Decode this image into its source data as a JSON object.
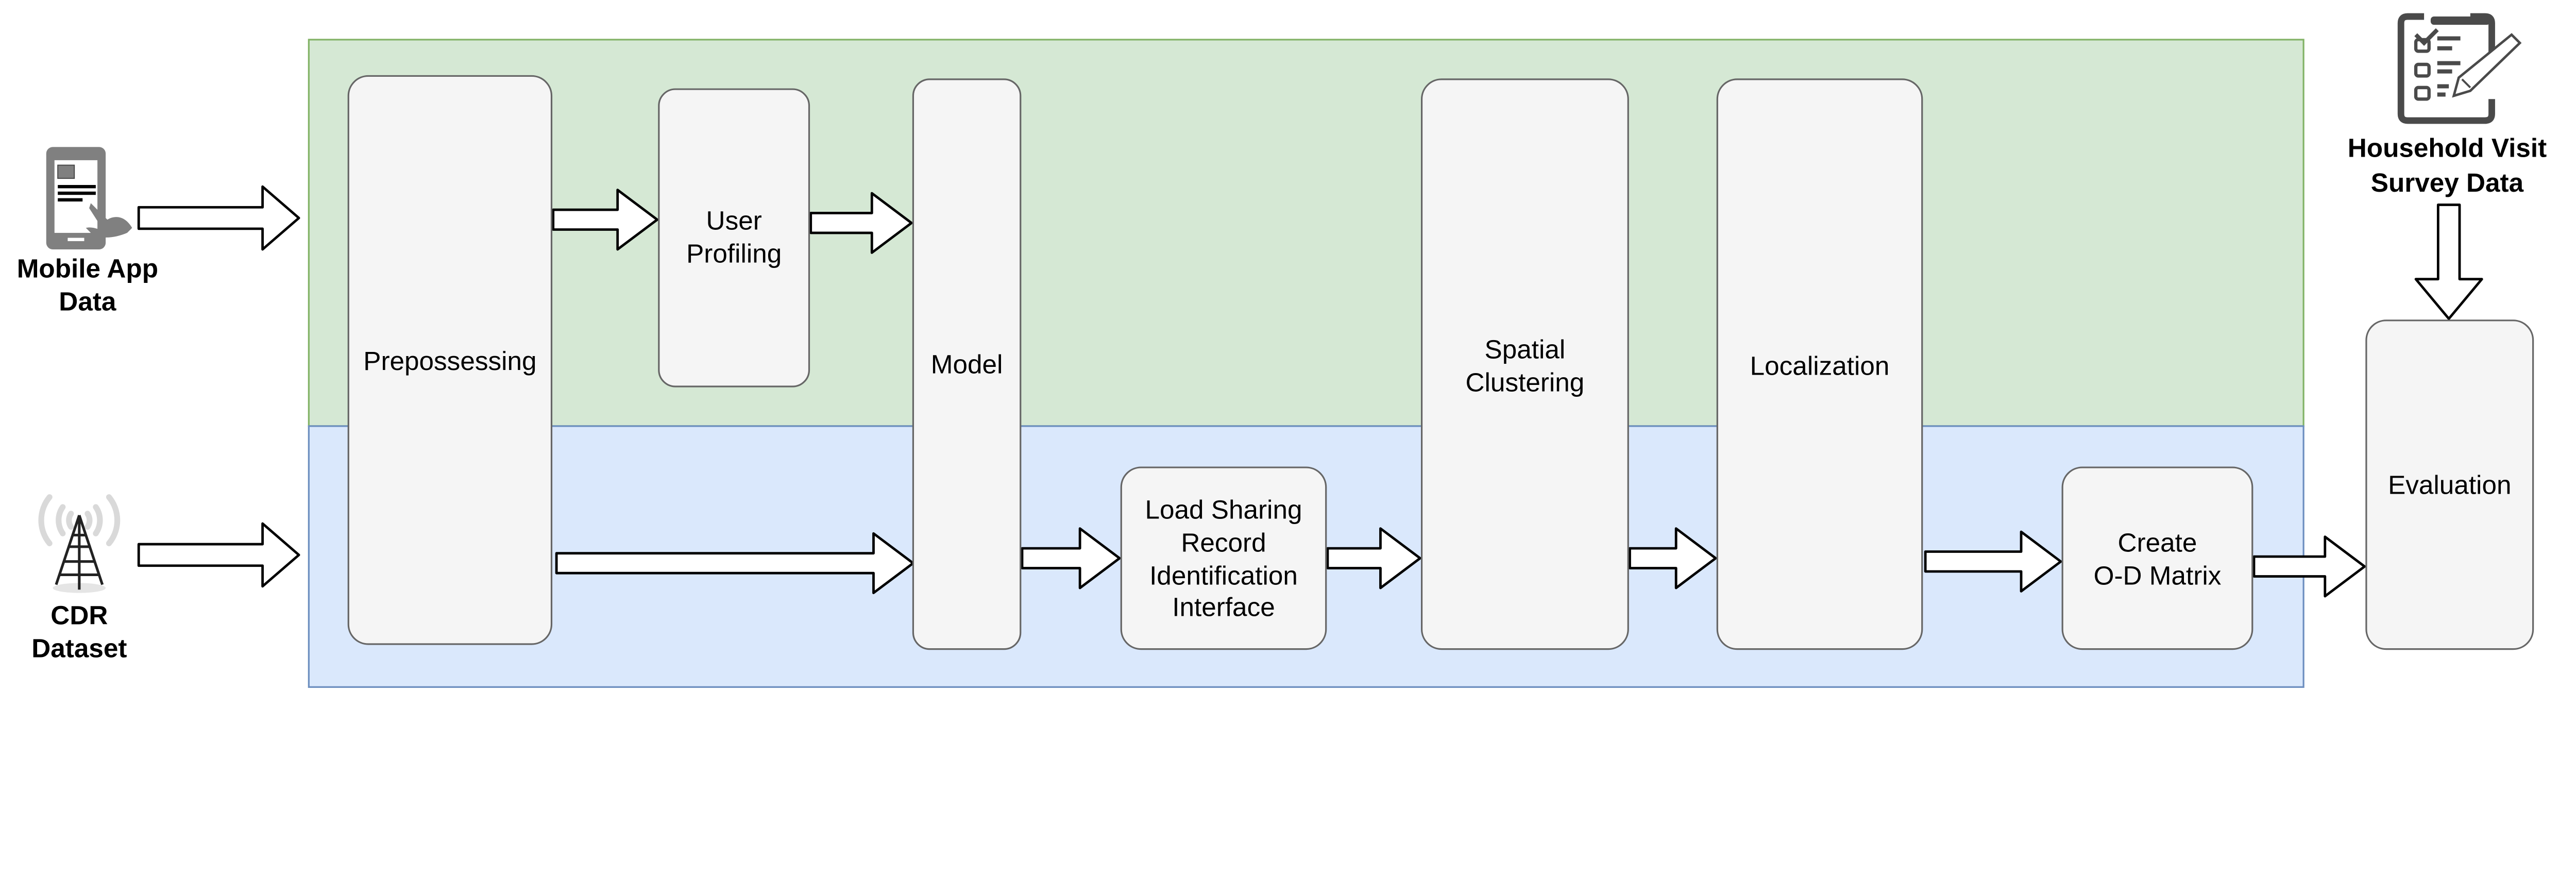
{
  "inputs": {
    "mobile": {
      "line1": "Mobile App",
      "line2": "Data",
      "icon": "mobile-phone-touch-icon"
    },
    "cdr": {
      "line1": "CDR",
      "line2": "Dataset",
      "icon": "cell-tower-icon"
    },
    "survey": {
      "line1": "Household Visit",
      "line2": "Survey Data",
      "icon": "clipboard-checklist-icon"
    }
  },
  "panels": {
    "top": {
      "fill": "#d5e8d4",
      "stroke": "#82b366"
    },
    "bottom": {
      "fill": "#dae8fc",
      "stroke": "#6c8ebf"
    }
  },
  "boxes": {
    "prepossessing": {
      "line1": "Prepossessing"
    },
    "user_profiling": {
      "line1": "User",
      "line2": "Profiling"
    },
    "model": {
      "line1": "Model"
    },
    "load_sharing": {
      "line1": "Load Sharing",
      "line2": "Record",
      "line3": "Identification",
      "line4": "Interface"
    },
    "spatial_clustering": {
      "line1": "Spatial",
      "line2": "Clustering"
    },
    "localization": {
      "line1": "Localization"
    },
    "od_matrix": {
      "line1": "Create",
      "line2": "O-D Matrix"
    },
    "evaluation": {
      "line1": "Evaluation"
    }
  }
}
